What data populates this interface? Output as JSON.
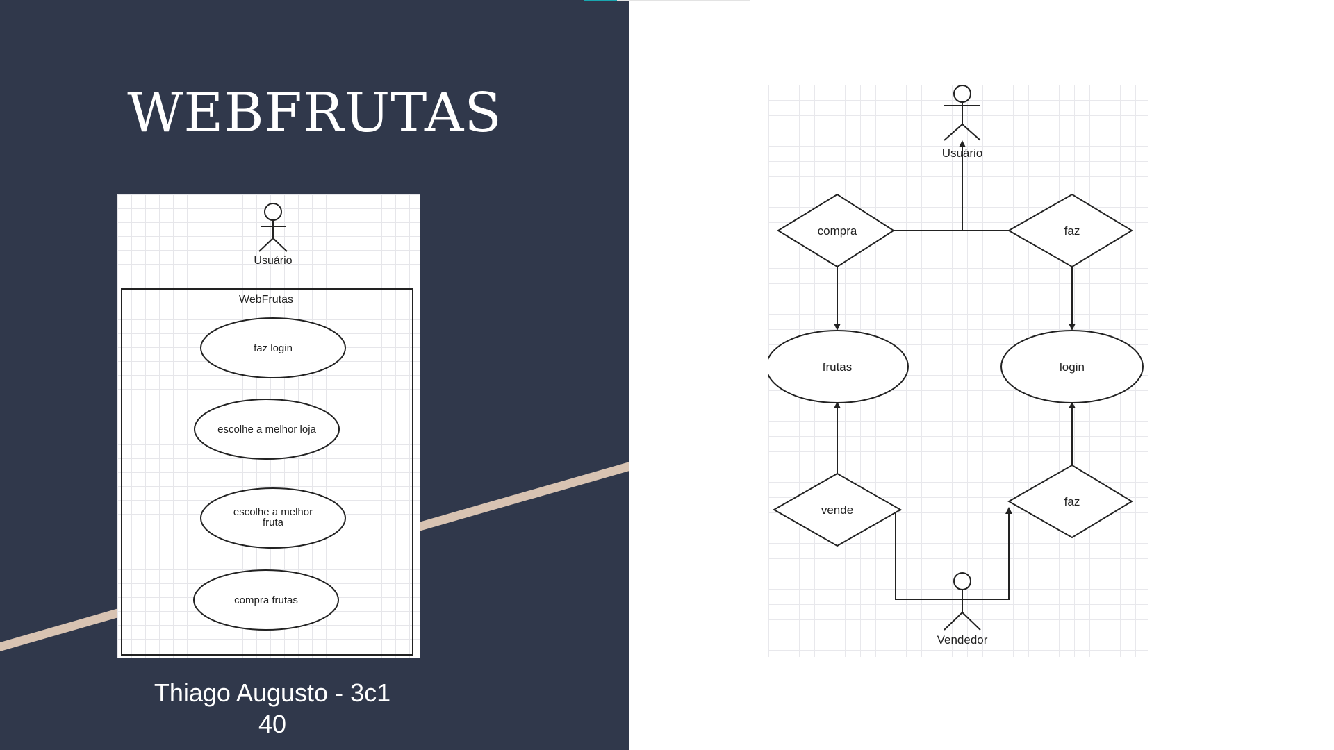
{
  "slide": {
    "title": "WEBFRUTAS",
    "author_line1": "Thiago Augusto - 3c1",
    "author_line2": "40"
  },
  "colors": {
    "background_dark": "#30384b",
    "stripe": "#d8c3b2",
    "accent": "#19a6b0"
  },
  "use_case_diagram": {
    "actor": "Usuário",
    "system": "WebFrutas",
    "use_cases": [
      "faz login",
      "escolhe a melhor loja",
      "escolhe a melhor",
      "fruta",
      "compra frutas"
    ]
  },
  "flow_diagram": {
    "actor_top": "Usuário",
    "actor_bottom": "Vendedor",
    "relationships": [
      "compra",
      "faz",
      "vende",
      "faz"
    ],
    "entities": [
      "frutas",
      "login"
    ]
  }
}
